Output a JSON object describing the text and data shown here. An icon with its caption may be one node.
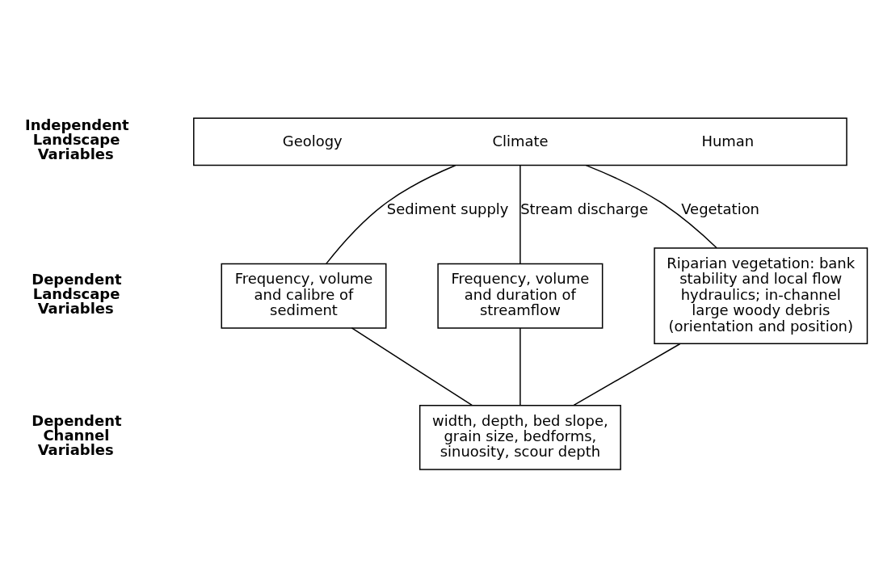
{
  "diagram": {
    "nodes": [
      {
        "text": [
          "Geology",
          "Climate",
          "Human"
        ]
      },
      {
        "text": [
          "Frequency, volume and calibre of sediment"
        ]
      },
      {
        "text": [
          "Frequency, volume and duration of streamflow"
        ]
      },
      {
        "text": [
          "Riparian vegetation: bank stability and local flow hydraulics; in-channel large woody debris (orientation and position)"
        ]
      },
      {
        "text": [
          "width, depth, bed slope, grain size, bedforms, sinuosity, scour depth"
        ]
      }
    ],
    "edges": [
      {
        "from": 0,
        "to": 1,
        "arrow": "none",
        "label": "Sediment supply"
      },
      {
        "from": 0,
        "to": 2,
        "arrow": "none",
        "label": "Stream discharge"
      },
      {
        "from": 0,
        "to": 3,
        "arrow": "none",
        "label": "Vegetation"
      },
      {
        "from": 1,
        "to": 4,
        "arrow": "none"
      },
      {
        "from": 2,
        "to": 4,
        "arrow": "none"
      },
      {
        "from": 3,
        "to": 4,
        "arrow": "none"
      }
    ],
    "labels": [
      "Independent Landscape Variables",
      "Dependent Landscape Variables",
      "Dependent Channel Variables"
    ]
  }
}
